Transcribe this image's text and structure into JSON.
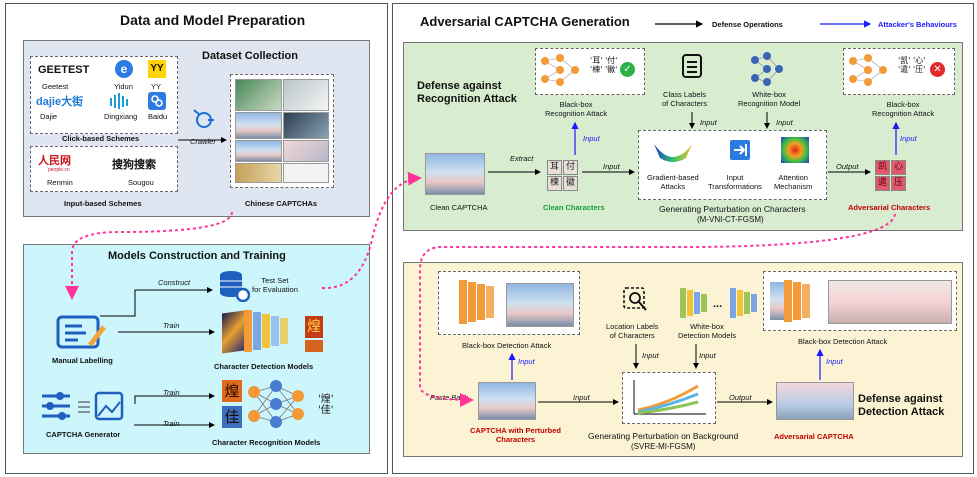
{
  "left_panel": {
    "title": "Data and Model Preparation",
    "dataset": {
      "title": "Dataset Collection",
      "click_logos": [
        {
          "logo": "GEETEST",
          "caption": "Geetest"
        },
        {
          "logo": "e",
          "caption": "Yidun"
        },
        {
          "logo": "YY",
          "caption": "YY"
        },
        {
          "logo": "dajie大街",
          "caption": "Dajie"
        },
        {
          "logo": "",
          "caption": "Dingxiang"
        },
        {
          "logo": "",
          "caption": "Baidu"
        }
      ],
      "click_label": "Click-based Schemes",
      "input_logos": [
        {
          "logo": "人民网",
          "sub": "people.cn",
          "caption": "Renmin"
        },
        {
          "logo": "搜狗搜索",
          "caption": "Sougou"
        }
      ],
      "input_label": "Input-based Schemes",
      "crawler_label": "Crawler",
      "captcha_label": "Chinese CAPTCHAs"
    },
    "models": {
      "title": "Models  Construction and Training",
      "manual_label": "Manual Labelling",
      "generator_label": "CAPTCHA Generator",
      "construct_label": "Construct",
      "train_label": "Train",
      "test_set_label": "Test Set\nfor Evaluation",
      "detection_models_label": "Character Detection Models",
      "recognition_models_label": "Character Recognition Models",
      "det_char": "煌",
      "rec_chars": [
        "煌",
        "佳"
      ],
      "rec_output": "'煌'\n'佳'"
    }
  },
  "right_panel": {
    "title": "Adversarial CAPTCHA Generation",
    "legend": {
      "defense": "Defense Operations",
      "attacker": "Attacker's Behaviours"
    },
    "recognition": {
      "title": "Defense against\nRecognition Attack",
      "blackbox_left_label": "Black-box\nRecognition Attack",
      "blackbox_left_out": "'耳' '付'\n'楝' '徽'",
      "blackbox_right_label": "Black-box\nRecognition Attack",
      "blackbox_right_out": "'凯' '心'\n'遣' '压'",
      "class_labels": "Class Labels\nof Characters",
      "whitebox_model": "White-box\nRecognition Model",
      "clean_captcha": "Clean CAPTCHA",
      "extract": "Extract",
      "input": "Input",
      "output": "Output",
      "clean_chars": "Clean Characters",
      "clean_glyphs": [
        "耳",
        "付",
        "楝",
        "徽"
      ],
      "adv_glyphs": [
        "凯",
        "心",
        "遣",
        "压"
      ],
      "gradient": "Gradient-based\nAttacks",
      "transform": "Input\nTransformations",
      "attention": "Attention\nMechanism",
      "perturb_title": "Generating Perturbation on Characters",
      "perturb_method": "(M-VNI-CT-FGSM)",
      "adv_chars": "Adversarial Characters"
    },
    "detection": {
      "title": "Defense against\nDetection Attack",
      "blackbox_left_label": "Black-box Detection Attack",
      "blackbox_right_label": "Black-box Detection  Attack",
      "location_labels": "Location Labels\nof Characters",
      "whitebox_models": "White-box\nDetection Models",
      "ellipsis": "...",
      "input": "Input",
      "output": "Output",
      "paste_back": "Paste Back",
      "perturbed_captcha": "CAPTCHA with Perturbed\nCharacters",
      "perturb_title": "Generating Perturbation on Background",
      "perturb_method": "(SVRE-MI-FGSM)",
      "adv_captcha": "Adversarial CAPTCHA"
    }
  },
  "colors": {
    "defense": "#000000",
    "attacker": "#1a1aff",
    "link": "#ff3399",
    "sec1": "#dfe6f2",
    "sec2": "#ccf6fb",
    "sec3": "#d8ecd0",
    "sec4": "#fbf3d4"
  }
}
